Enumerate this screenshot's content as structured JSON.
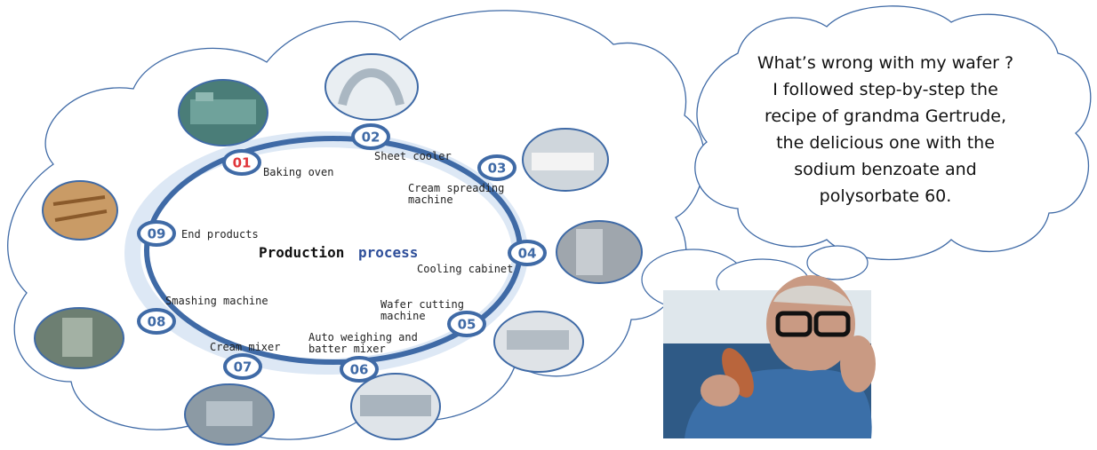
{
  "diagram": {
    "title_part1": "Production",
    "title_part2": "process",
    "steps": [
      {
        "num": "01",
        "label": "Baking oven"
      },
      {
        "num": "02",
        "label": "Sheet cooler"
      },
      {
        "num": "03",
        "label": "Cream spreading\nmachine"
      },
      {
        "num": "04",
        "label": "Cooling cabinet"
      },
      {
        "num": "05",
        "label": "Wafer cutting\nmachine"
      },
      {
        "num": "06",
        "label": "Auto weighing and\nbatter mixer"
      },
      {
        "num": "07",
        "label": "Cream mixer"
      },
      {
        "num": "08",
        "label": "Smashing machine"
      },
      {
        "num": "09",
        "label": "End products"
      }
    ]
  },
  "thought_bubble": {
    "lines": [
      "What’s wrong with my wafer ?",
      "I followed step-by-step the",
      "recipe of grandma Gertrude,",
      "the delicious one with the",
      "sodium benzoate and",
      "polysorbate 60."
    ]
  },
  "colors": {
    "ring_blue": "#3f6aa6",
    "accent_red": "#e0353a",
    "title_blue": "#2f4f9a"
  }
}
